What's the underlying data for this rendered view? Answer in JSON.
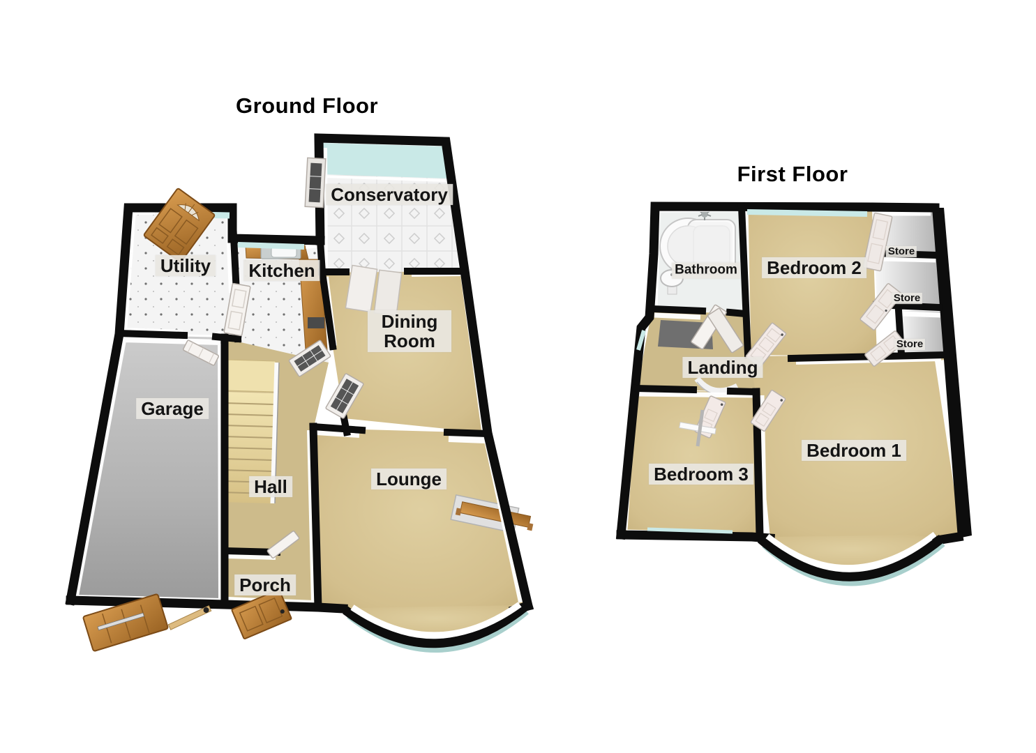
{
  "ground": {
    "title": "Ground Floor",
    "rooms": [
      {
        "label": "Utility"
      },
      {
        "label": "Kitchen"
      },
      {
        "label": "Conservatory"
      },
      {
        "label": "Dining Room"
      },
      {
        "label": "Garage"
      },
      {
        "label": "Hall"
      },
      {
        "label": "Porch"
      },
      {
        "label": "Lounge"
      }
    ]
  },
  "first": {
    "title": "First Floor",
    "rooms": [
      {
        "label": "Bathroom"
      },
      {
        "label": "Bedroom 2"
      },
      {
        "label": "Store"
      },
      {
        "label": "Store"
      },
      {
        "label": "Store"
      },
      {
        "label": "Landing"
      },
      {
        "label": "Bedroom 3"
      },
      {
        "label": "Bedroom 1"
      }
    ]
  },
  "colors": {
    "wall": "#0d0d0d",
    "carpet": "#d5c190",
    "hall_carpet": "#cdbb8b",
    "tile_floor": "#f4f4f4",
    "conservatory_tile": "#f3f3f3",
    "garage_floor": "#b5b5b5",
    "window_glass": "#c9e9e7",
    "bay_glass": "#a8cfcc",
    "wood_door": "#c08440",
    "stairs": "#ecdca6",
    "white_door": "#f4f0ec",
    "label_background": "#e9e7e1",
    "stairwell_opening": "#6f6f6f"
  }
}
